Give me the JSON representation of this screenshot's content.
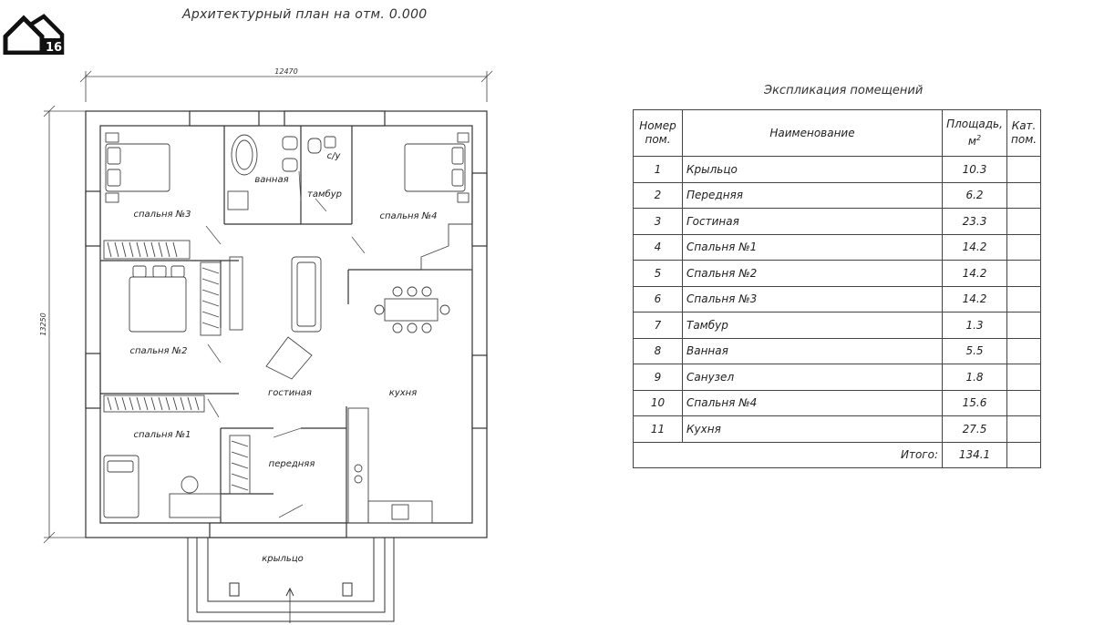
{
  "plan_title": "Архитектурный план на отм. 0.000",
  "logo": {
    "text": "16",
    "icon": "house-logo-icon"
  },
  "dimensions": {
    "width": "12470",
    "height": "13250"
  },
  "rooms": [
    {
      "id": "bedroom3",
      "label": "спальня №3"
    },
    {
      "id": "bathroom",
      "label": "ванная"
    },
    {
      "id": "wc",
      "label": "с/у"
    },
    {
      "id": "vestibule",
      "label": "тамбур"
    },
    {
      "id": "bedroom4",
      "label": "спальня №4"
    },
    {
      "id": "bedroom2",
      "label": "спальня №2"
    },
    {
      "id": "living",
      "label": "гостиная"
    },
    {
      "id": "kitchen",
      "label": "кухня"
    },
    {
      "id": "bedroom1",
      "label": "спальня №1"
    },
    {
      "id": "hall",
      "label": "передняя"
    },
    {
      "id": "porch",
      "label": "крыльцо"
    }
  ],
  "explication": {
    "title": "Экспликация помещений",
    "headers": {
      "num_l1": "Номер",
      "num_l2": "пом.",
      "name": "Наименование",
      "area_l1": "Площадь,",
      "area_l2": "м",
      "cat_l1": "Кат.",
      "cat_l2": "пом."
    },
    "rows": [
      {
        "num": "1",
        "name": "Крыльцо",
        "area": "10.3"
      },
      {
        "num": "2",
        "name": "Передняя",
        "area": "6.2"
      },
      {
        "num": "3",
        "name": "Гостиная",
        "area": "23.3"
      },
      {
        "num": "4",
        "name": "Спальня №1",
        "area": "14.2"
      },
      {
        "num": "5",
        "name": "Спальня №2",
        "area": "14.2"
      },
      {
        "num": "6",
        "name": "Спальня №3",
        "area": "14.2"
      },
      {
        "num": "7",
        "name": "Тамбур",
        "area": "1.3"
      },
      {
        "num": "8",
        "name": "Ванная",
        "area": "5.5"
      },
      {
        "num": "9",
        "name": "Санузел",
        "area": "1.8"
      },
      {
        "num": "10",
        "name": "Спальня №4",
        "area": "15.6"
      },
      {
        "num": "11",
        "name": "Кухня",
        "area": "27.5"
      }
    ],
    "total_label": "Итого:",
    "total_value": "134.1"
  }
}
